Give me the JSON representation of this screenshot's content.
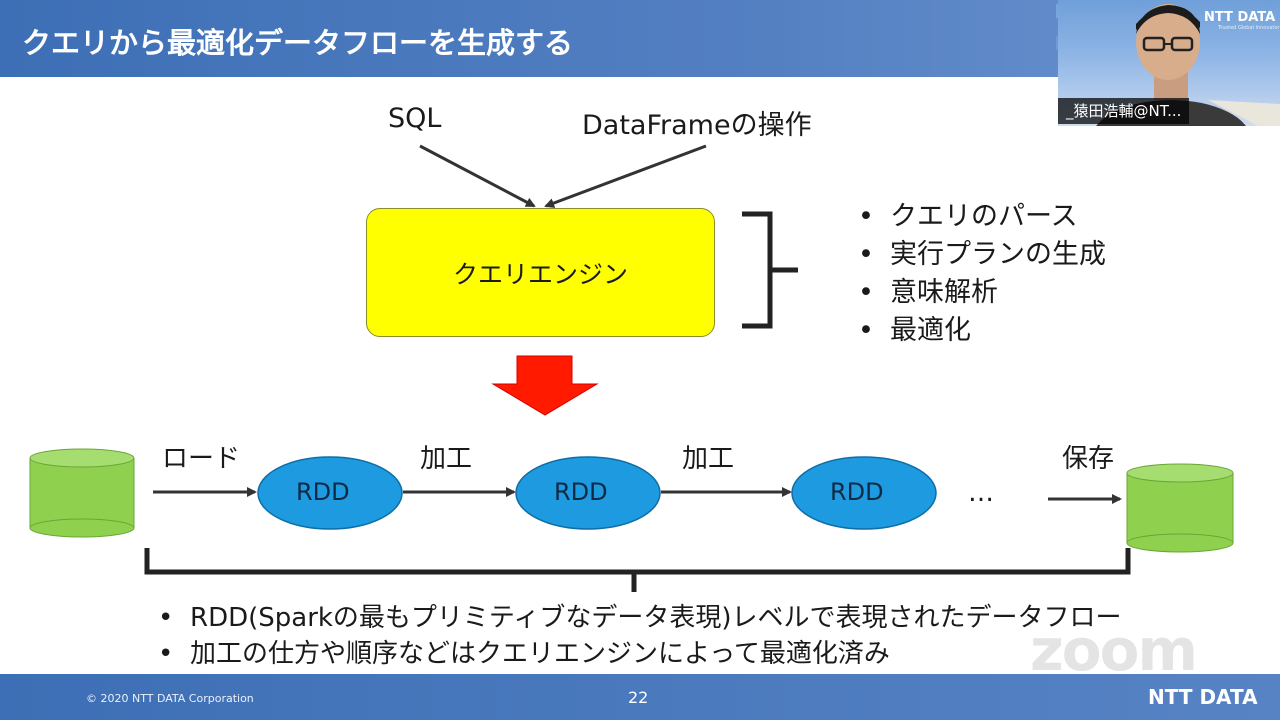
{
  "slide": {
    "title": "クエリから最適化データフローを生成する",
    "inputs": {
      "sql": "SQL",
      "dataframe": "DataFrameの操作"
    },
    "engine_label": "クエリエンジン",
    "engine_functions": [
      "クエリのパース",
      "実行プランの生成",
      "意味解析",
      "最適化"
    ],
    "flow": {
      "load_label": "ロード",
      "process_label_1": "加工",
      "process_label_2": "加工",
      "save_label": "保存",
      "rdd_nodes": [
        "RDD",
        "RDD",
        "RDD"
      ],
      "ellipsis": "…"
    },
    "summary": [
      "RDD(Sparkの最もプリミティブなデータ表現)レベルで表現されたデータフロー",
      "加工の仕方や順序などはクエリエンジンによって最適化済み"
    ]
  },
  "footer": {
    "copyright": "© 2020 NTT DATA Corporation",
    "page_number": "22",
    "logo": "NTT DATA"
  },
  "meeting": {
    "participant_name": "_猿田浩輔@NT...",
    "brand_logo": "NTT DATA",
    "brand_tagline": "Trusted Global Innovator",
    "watermark": "zoom"
  },
  "colors": {
    "title_bar": "#4a78bd",
    "engine_box": "#ffff00",
    "rdd_node": "#1e9be0",
    "storage": "#8fd14f",
    "down_arrow": "#ff0000"
  },
  "icons": [
    "database-cylinder-icon",
    "down-arrow-icon",
    "right-arrow-icon",
    "curly-brace-icon"
  ]
}
